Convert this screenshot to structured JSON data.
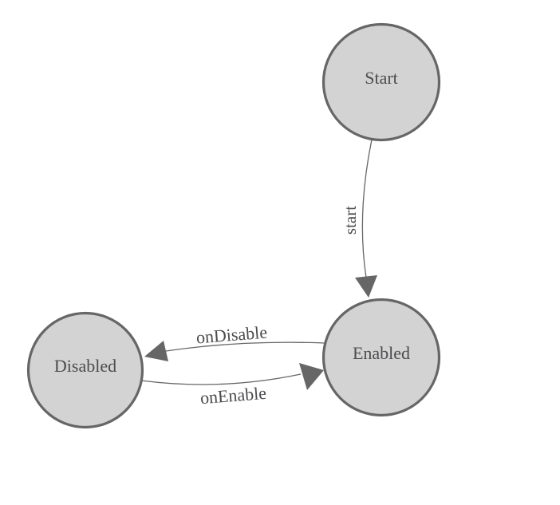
{
  "diagram": {
    "type": "state-machine",
    "nodes": [
      {
        "id": "start",
        "label": "Start"
      },
      {
        "id": "enabled",
        "label": "Enabled"
      },
      {
        "id": "disabled",
        "label": "Disabled"
      }
    ],
    "edges": [
      {
        "from": "Start",
        "to": "Enabled",
        "label": "start"
      },
      {
        "from": "Enabled",
        "to": "Disabled",
        "label": "onDisable"
      },
      {
        "from": "Disabled",
        "to": "Enabled",
        "label": "onEnable"
      }
    ],
    "colors": {
      "background": "#ffffff",
      "node_fill": "#d3d3d3",
      "node_stroke": "#666666",
      "edge_stroke": "#666666",
      "arrowhead_fill": "#666666",
      "label_text": "#4c4c4f"
    }
  }
}
